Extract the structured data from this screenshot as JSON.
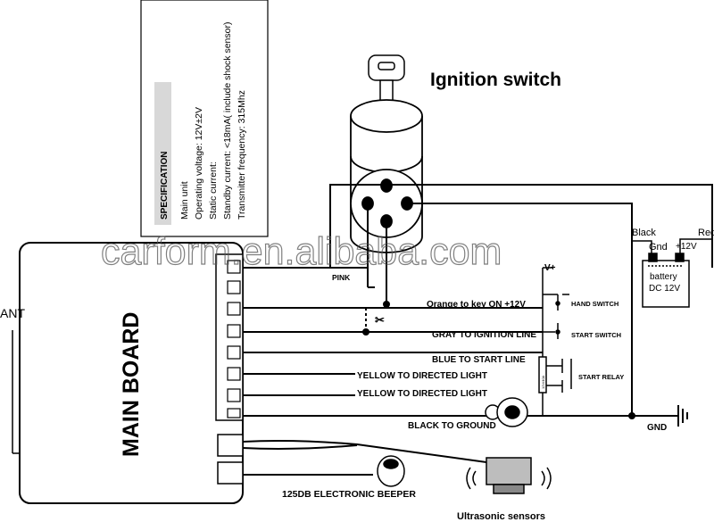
{
  "title": "Ignition switch",
  "specification": {
    "heading": "SPECIFICATION",
    "lines": [
      "Main unit",
      "Operating voltage:  12V±2V",
      "Static current:",
      "Standby current:    <18mA( include  shock sensor)",
      "Transmitter frequency: 315Mhz"
    ]
  },
  "watermark": "carform.en.alibaba.com",
  "main_board_label": "MAIN BOARD",
  "ant_label": "ANT",
  "wires": {
    "pink": "PINK",
    "orange": "Orange to key ON +12V",
    "gray": "GRAY TO IGNITION LINE",
    "blue": "BLUE TO START LINE",
    "yellow1": "YELLOW TO DIRECTED LIGHT",
    "yellow2": "YELLOW TO DIRECTED LIGHT",
    "black": "BLACK TO GROUND"
  },
  "switches": {
    "vplus": "V+",
    "hand": "HAND SWITCH",
    "start": "START SWITCH",
    "relay": "START RELAY",
    "relay_tag": "12V/40A"
  },
  "battery": {
    "black": "Black",
    "red": "Red",
    "gnd": "Gnd",
    "plus": "+12V",
    "label1": "battery",
    "label2": "DC 12V"
  },
  "ground_label": "GND",
  "beeper_label": "125DB ELECTRONIC BEEPER",
  "sensors_label": "Ultrasonic  sensors"
}
